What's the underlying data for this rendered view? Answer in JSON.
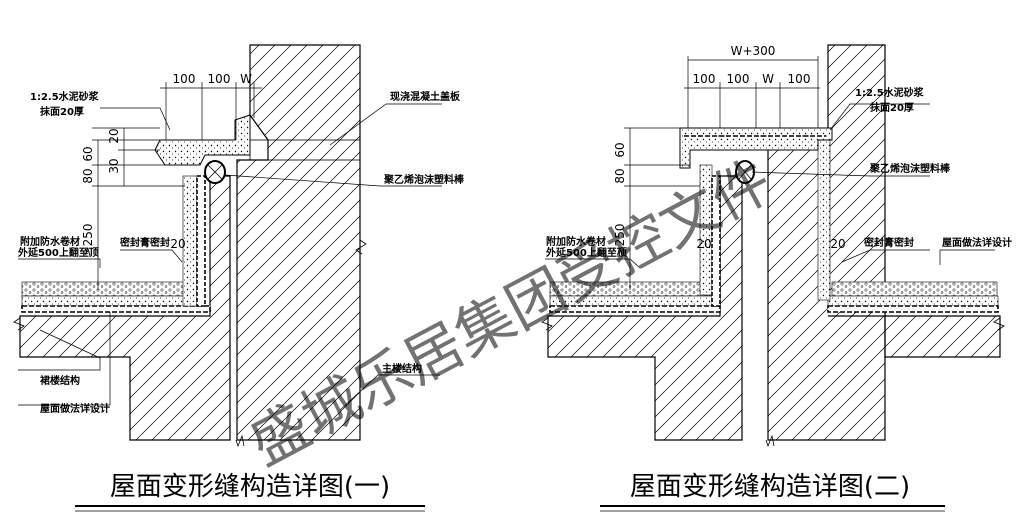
{
  "watermark": "盛城乐居集团受控文件",
  "details": [
    {
      "title": "屋面变形缝构造详图(一)",
      "dims_top": [
        "100",
        "100",
        "W"
      ],
      "dims_left": [
        "20",
        "60",
        "30",
        "80",
        "≥250"
      ],
      "dim_seal_gap": "20",
      "notes": {
        "mortar": "1:2.5水泥砂浆",
        "mortar_thickness": "抹面20厚",
        "cover_slab": "现浇混凝土盖板",
        "foam_rod": "聚乙烯泡沫塑料棒",
        "extra_membrane": "附加防水卷材",
        "extra_membrane_extent": "外延500上翻至顶",
        "sealant": "密封膏密封",
        "podium_structure": "裙楼结构",
        "roof_design": "屋面做法详设计",
        "main_structure": "主楼结构"
      }
    },
    {
      "title": "屋面变形缝构造详图(二)",
      "dim_overall": "W+300",
      "dims_top": [
        "100",
        "100",
        "W",
        "100"
      ],
      "dims_left": [
        "60",
        "80",
        "≥250"
      ],
      "dim_seal_left": "20",
      "dim_seal_right": "20",
      "notes": {
        "mortar": "1:2.5水泥砂浆",
        "mortar_thickness": "抹面20厚",
        "foam_rod": "聚乙烯泡沫塑料棒",
        "extra_membrane": "附加防水卷材",
        "extra_membrane_extent": "外延500上翻至顶",
        "sealant": "密封膏密封",
        "roof_design": "屋面做法详设计"
      }
    }
  ]
}
